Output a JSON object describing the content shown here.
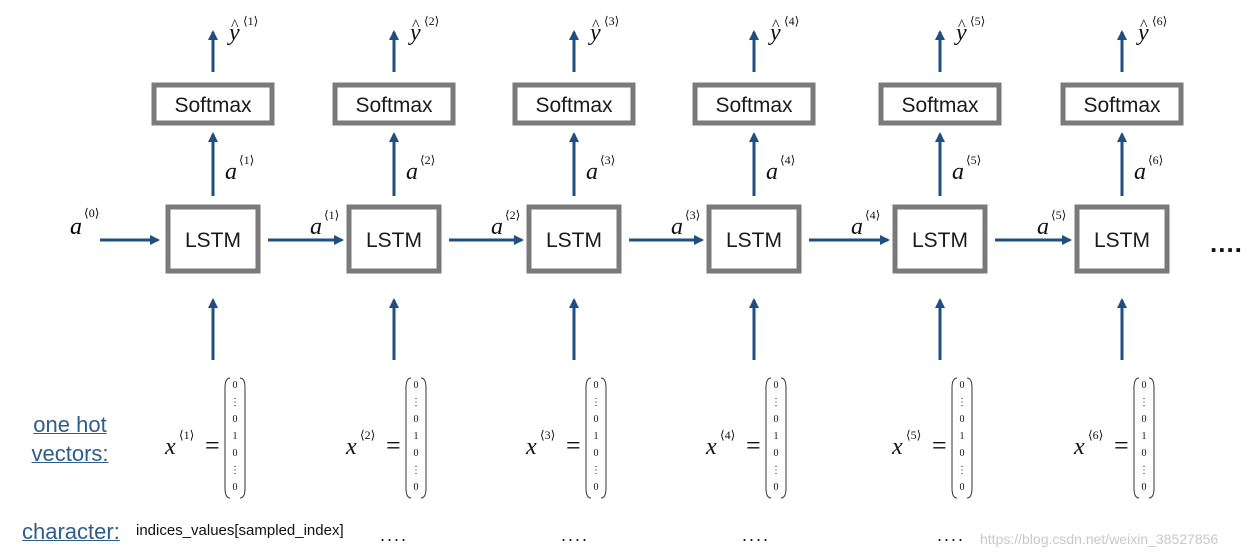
{
  "diagram": {
    "input_sym": "x",
    "act_sym": "a",
    "out_sym": "y",
    "equals": "=",
    "initial_act_index": "0",
    "cells": [
      {
        "index": "1",
        "lstm_label": "LSTM",
        "softmax_label": "Softmax"
      },
      {
        "index": "2",
        "lstm_label": "LSTM",
        "softmax_label": "Softmax"
      },
      {
        "index": "3",
        "lstm_label": "LSTM",
        "softmax_label": "Softmax"
      },
      {
        "index": "4",
        "lstm_label": "LSTM",
        "softmax_label": "Softmax"
      },
      {
        "index": "5",
        "lstm_label": "LSTM",
        "softmax_label": "Softmax"
      },
      {
        "index": "6",
        "lstm_label": "LSTM",
        "softmax_label": "Softmax"
      }
    ],
    "one_hot_vector": [
      "0",
      "⋮",
      "0",
      "1",
      "0",
      "⋮",
      "0"
    ],
    "ellipsis": "....",
    "labels": {
      "one_hot_line1": "one hot",
      "one_hot_line2": "vectors:",
      "character": "character:"
    },
    "characters": [
      "indices_values[sampled_index]",
      "....",
      "....",
      "....",
      "...."
    ],
    "watermark": "https://blog.csdn.net/weixin_38527856"
  },
  "colors": {
    "arrow": "#1f4e82",
    "box_border": "#7a7a7a",
    "label_link": "#2f5d8a"
  }
}
